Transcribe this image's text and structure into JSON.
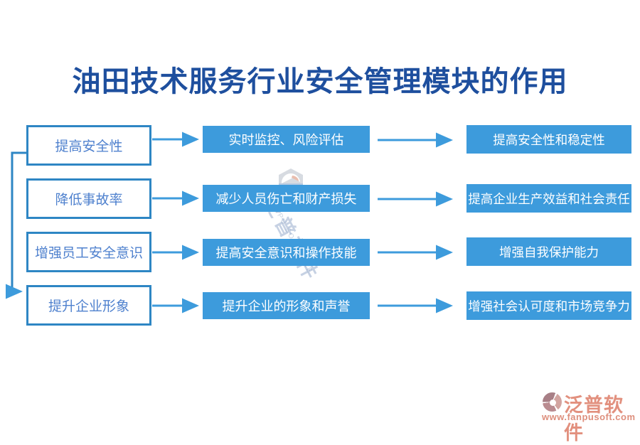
{
  "title": "油田技术服务行业安全管理模块的作用",
  "colors": {
    "title_blue": "#1E4F9E",
    "box_fill_blue": "#3D9BDC",
    "box_border_blue": "#2E86C4",
    "cause_text_blue": "#4F81CE",
    "arrow_blue": "#3D9BDC",
    "brand_salmon": "#E2907E"
  },
  "diagram": {
    "rows": [
      {
        "cause": "提高安全性",
        "mechanism": "实时监控、风险评估",
        "outcome": "提高安全性和稳定性"
      },
      {
        "cause": "降低事故率",
        "mechanism": "减少人员伤亡和财产损失",
        "outcome": "提高企业生产效益和社会责任"
      },
      {
        "cause": "增强员工安全意识",
        "mechanism": "提高安全意识和操作技能",
        "outcome": "增强自我保护能力"
      },
      {
        "cause": "提升企业形象",
        "mechanism": "提升企业的形象和声誉",
        "outcome": "增强社会认可度和市场竞争力"
      }
    ]
  },
  "watermark": {
    "cn": "泛普软件",
    "en": "FANPU SOFTWARE"
  },
  "footer": {
    "brand": "泛普软件",
    "url": "www.fanpusoft.com"
  }
}
